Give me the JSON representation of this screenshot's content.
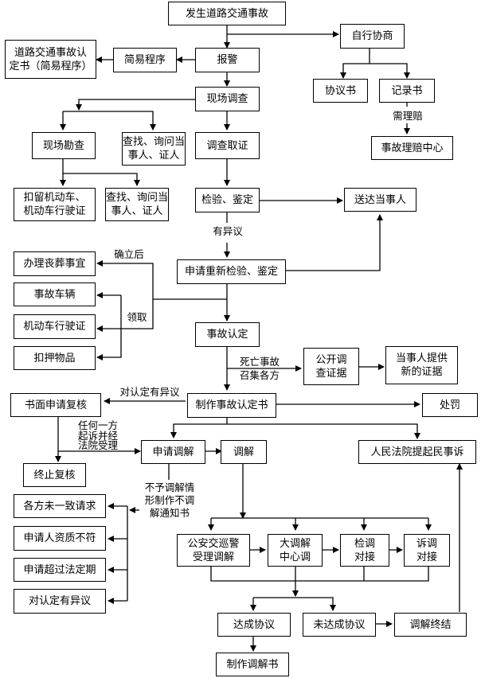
{
  "title": "道路交通事故处理流程",
  "nodes": {
    "accident": "发生道路交通事故",
    "self_negotiate": "自行协商",
    "agreement": "协议书",
    "record": "记录书",
    "claim_center": "事故理赔中心",
    "simple_cert": "道路交通事故认\n定书（简易程序）",
    "simple_proc": "简易程序",
    "report": "报警",
    "site_investigation": "现场调查",
    "site_survey": "现场勘查",
    "find_inquire_1": "查找、询问当\n事人、证人",
    "evidence": "调查取证",
    "detain": "扣留机动车、\n机动车行驶证",
    "find_inquire_2": "查找、询问当\n事人、证人",
    "inspect": "检验、鉴定",
    "deliver": "送达当事人",
    "funeral": "办理丧葬事宜",
    "vehicle": "事故车辆",
    "license": "机动车行驶证",
    "seized": "扣押物品",
    "reinspect": "申请重新检验、鉴定",
    "determination": "事故认定",
    "public_evidence": "公开调\n查证据",
    "new_evidence": "当事人提供\n新的证据",
    "written_review": "书面申请复核",
    "make_cert": "制作事故认定书",
    "penalty": "处罚",
    "terminate_review": "终止复核",
    "apply_mediation": "申请调解",
    "mediation": "调解",
    "civil_suit": "人民法院提起民事诉",
    "reason_1": "各方未一致请求",
    "reason_2": "申请人资质不符",
    "reason_3": "申请超过法定期",
    "reason_4": "对认定有异议",
    "police_med": "公安交巡警\n受理调解",
    "grand_med": "大调解\n中心调",
    "procuratorate": "检调\n对接",
    "litigation": "诉调\n对接",
    "reached": "达成协议",
    "not_reached": "未达成协议",
    "med_end": "调解终结",
    "make_med_doc": "制作调解书"
  },
  "labels": {
    "need_claim": "需理赔",
    "objection": "有异议",
    "after_confirm": "确立后",
    "collect": "领取",
    "death_case": "死亡事故\n召集各方",
    "dispute_cert": "对认定有异议",
    "any_party_sue": "任何一方\n起诉并经\n法院受理",
    "no_mediation": "不予调解情\n形制作不调\n解通知书"
  }
}
